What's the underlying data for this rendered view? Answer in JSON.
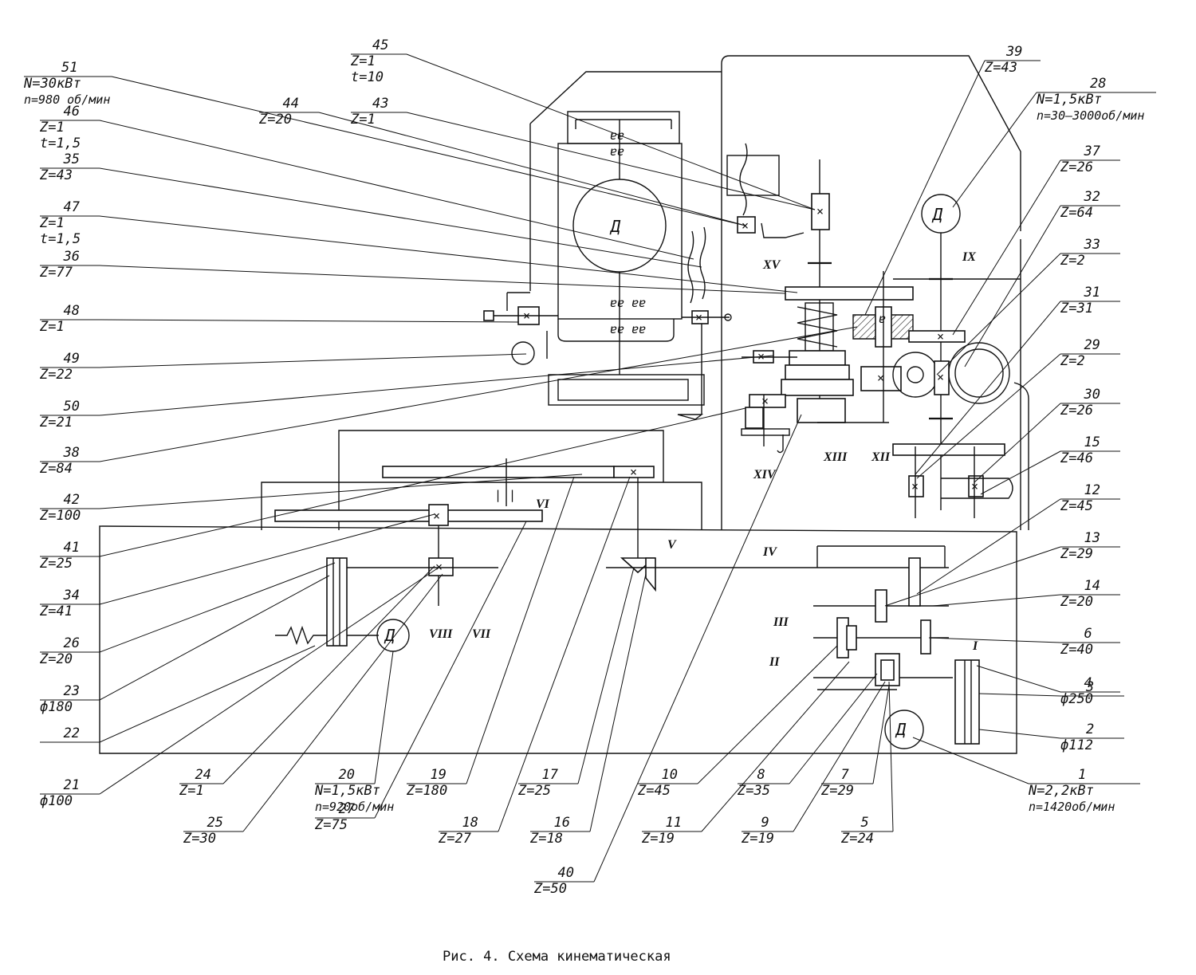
{
  "caption": "Рис. 4. Схема кинематическая",
  "motor_symbol": "Д",
  "shafts": {
    "I": "I",
    "II": "II",
    "III": "III",
    "IV": "IV",
    "V": "V",
    "VI": "VI",
    "VII": "VII",
    "VIII": "VIII",
    "IX": "IX",
    "XII": "XII",
    "XIII": "XIII",
    "XIV": "XIV",
    "XV": "XV"
  },
  "callouts": [
    {
      "num": "45",
      "l1": "Z=1",
      "l2": "t=10"
    },
    {
      "num": "51",
      "l1": "N=30кВт",
      "l2": "n=980 об/мин"
    },
    {
      "num": "44",
      "l1": "Z=20"
    },
    {
      "num": "43",
      "l1": "Z=1"
    },
    {
      "num": "46",
      "l1": "Z=1",
      "l2": "t=1,5"
    },
    {
      "num": "35",
      "l1": "Z=43"
    },
    {
      "num": "47",
      "l1": "Z=1",
      "l2": "t=1,5"
    },
    {
      "num": "36",
      "l1": "Z=77"
    },
    {
      "num": "48",
      "l1": "Z=1"
    },
    {
      "num": "49",
      "l1": "Z=22"
    },
    {
      "num": "50",
      "l1": "Z=21"
    },
    {
      "num": "38",
      "l1": "Z=84"
    },
    {
      "num": "42",
      "l1": "Z=100"
    },
    {
      "num": "41",
      "l1": "Z=25"
    },
    {
      "num": "34",
      "l1": "Z=41"
    },
    {
      "num": "26",
      "l1": "Z=20"
    },
    {
      "num": "23",
      "l1": "ф180"
    },
    {
      "num": "22"
    },
    {
      "num": "21",
      "l1": "ф100"
    },
    {
      "num": "24",
      "l1": "Z=1"
    },
    {
      "num": "25",
      "l1": "Z=30"
    },
    {
      "num": "20",
      "l1": "N=1,5кВт",
      "l2": "n=920об/мин"
    },
    {
      "num": "27",
      "l1": "Z=75"
    },
    {
      "num": "19",
      "l1": "Z=180"
    },
    {
      "num": "18",
      "l1": "Z=27"
    },
    {
      "num": "17",
      "l1": "Z=25"
    },
    {
      "num": "16",
      "l1": "Z=18"
    },
    {
      "num": "40",
      "l1": "Z=50"
    },
    {
      "num": "10",
      "l1": "Z=45"
    },
    {
      "num": "11",
      "l1": "Z=19"
    },
    {
      "num": "8",
      "l1": "Z=35"
    },
    {
      "num": "9",
      "l1": "Z=19"
    },
    {
      "num": "7",
      "l1": "Z=29"
    },
    {
      "num": "5",
      "l1": "Z=24"
    },
    {
      "num": "1",
      "l1": "N=2,2кВт",
      "l2": "n=1420об/мин"
    },
    {
      "num": "39",
      "l1": "Z=43"
    },
    {
      "num": "28",
      "l1": "N=1,5кВт",
      "l2": "n=30–3000об/мин"
    },
    {
      "num": "37",
      "l1": "Z=26"
    },
    {
      "num": "32",
      "l1": "Z=64"
    },
    {
      "num": "33",
      "l1": "Z=2"
    },
    {
      "num": "31",
      "l1": "Z=31"
    },
    {
      "num": "29",
      "l1": "Z=2"
    },
    {
      "num": "30",
      "l1": "Z=26"
    },
    {
      "num": "15",
      "l1": "Z=46"
    },
    {
      "num": "12",
      "l1": "Z=45"
    },
    {
      "num": "13",
      "l1": "Z=29"
    },
    {
      "num": "14",
      "l1": "Z=20"
    },
    {
      "num": "6",
      "l1": "Z=40"
    },
    {
      "num": "4",
      "l1": "ф250"
    },
    {
      "num": "3"
    },
    {
      "num": "2",
      "l1": "ф112"
    }
  ]
}
